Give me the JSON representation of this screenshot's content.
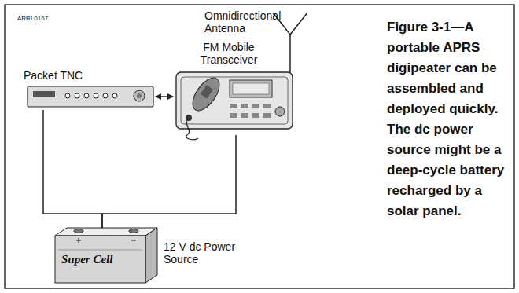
{
  "diagram": {
    "caption": "Figure 3-1—A portable APRS digipeater can be assembled and deployed quickly. The dc power source might be a deep-cycle battery recharged by a solar panel.",
    "nodes": [
      {
        "text": [
          "Packet TNC"
        ]
      },
      {
        "text": [
          "FM Mobile Transceiver"
        ]
      },
      {
        "text": [
          "Omnidirectional Antenna"
        ]
      },
      {
        "text": [
          "Super Cell",
          "12 V dc Power Source"
        ]
      }
    ],
    "edges": [
      {
        "from": 0,
        "to": 1,
        "arrow": "both"
      },
      {
        "from": 2,
        "to": 1,
        "arrow": "none"
      },
      {
        "from": 3,
        "to": 0,
        "arrow": "none"
      },
      {
        "from": 3,
        "to": 1,
        "arrow": "none"
      }
    ],
    "labels": [
      "ARRL0167"
    ]
  }
}
